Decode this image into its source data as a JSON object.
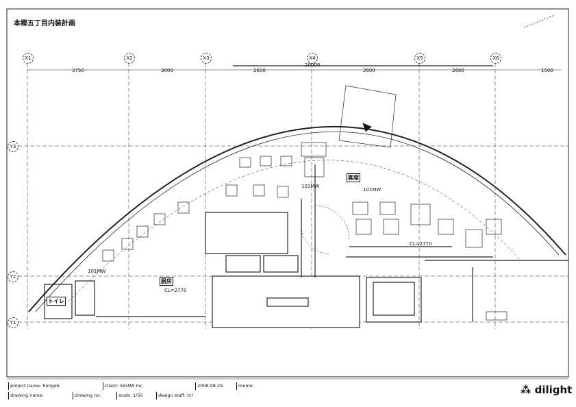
{
  "title": "本郷五丁目内装計画",
  "grid": {
    "x_axes": [
      "X1",
      "X2",
      "X3",
      "X4",
      "X5",
      "X6"
    ],
    "y_axes": [
      "Y3",
      "Y2",
      "Y1"
    ],
    "dimensions": [
      "3750",
      "3000",
      "2600",
      "2600",
      "2600",
      "1500"
    ],
    "total_dimension": "20000"
  },
  "rooms": {
    "seating": "客席",
    "kitchen": "厨房",
    "toilet": "トイレ"
  },
  "annotations": {
    "ceiling_kitchen": "CL=2770",
    "ceiling_seating": "CL=2770",
    "fixture_a": "101MW",
    "fixture_b": "101MW",
    "fixture_c": "101MW"
  },
  "title_block": {
    "project_name": "project name: hongo5",
    "client": "client: SIGMA Inc.",
    "date": "2008.08.29",
    "memo": "memo:",
    "drawing_name": "drawing name:",
    "drawing_no": "drawing no:",
    "scale": "scale: 1/50",
    "design_staff": "design staff: tcl",
    "brand": "dilight"
  }
}
